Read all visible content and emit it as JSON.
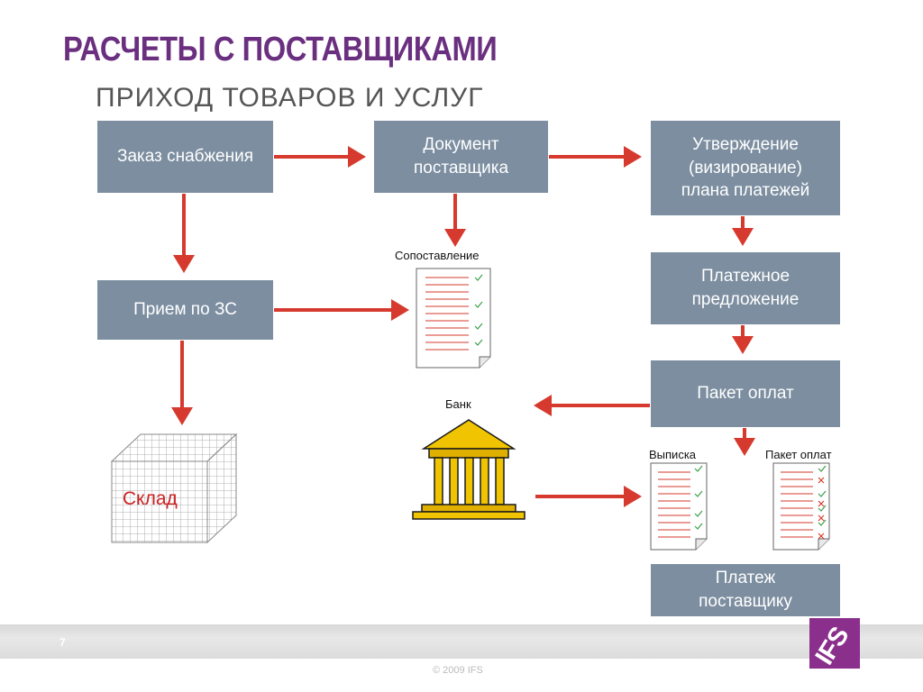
{
  "header": {
    "title": "РАСЧЕТЫ С ПОСТАВЩИКАМИ",
    "subtitle": "ПРИХОД ТОВАРОВ И УСЛУГ"
  },
  "nodes": {
    "order": "Заказ снабжения",
    "vendor_doc": "Документ\nпоставщика",
    "approval": "Утверждение\n(визирование)\nплана платежей",
    "receipt": "Прием по ЗС",
    "proposal": "Платежное\nпредложение",
    "payment_packet": "Пакет оплат",
    "vendor_payment": "Платеж\nпоставщику"
  },
  "labels": {
    "matching": "Сопоставление",
    "bank": "Банк",
    "statement": "Выписка",
    "payment_packet": "Пакет оплат",
    "warehouse": "Склад"
  },
  "footer": {
    "page_number": "7",
    "copyright": "© 2009 IFS",
    "logo": "IFS"
  },
  "colors": {
    "title": "#6b2f80",
    "node_fill": "#7c8ea0",
    "arrow": "#d63a2e",
    "logo_bg": "#8a2f8c"
  }
}
